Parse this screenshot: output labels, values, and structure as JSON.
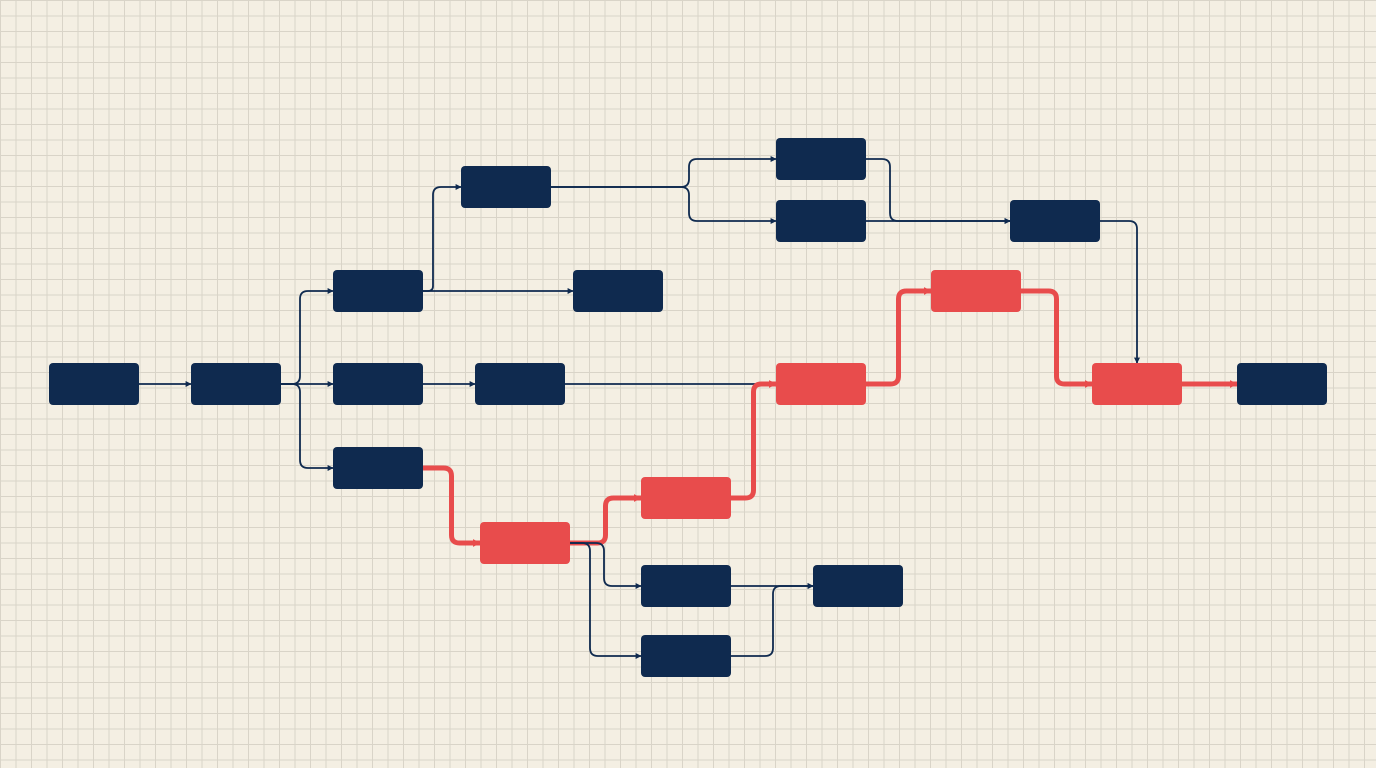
{
  "colors": {
    "background": "#f4efe3",
    "grid": "#d9d4c8",
    "node": "#0f2a4f",
    "critical": "#e84c4c",
    "edge": "#0f2a4f"
  },
  "nodes": [
    {
      "id": "n1",
      "critical": false
    },
    {
      "id": "n2",
      "critical": false
    },
    {
      "id": "n3",
      "critical": false
    },
    {
      "id": "n4",
      "critical": false
    },
    {
      "id": "n5",
      "critical": false
    },
    {
      "id": "n6",
      "critical": false
    },
    {
      "id": "n7",
      "critical": false
    },
    {
      "id": "n8",
      "critical": false
    },
    {
      "id": "n9",
      "critical": false
    },
    {
      "id": "n10",
      "critical": false
    },
    {
      "id": "n11",
      "critical": false
    },
    {
      "id": "n12",
      "critical": true
    },
    {
      "id": "n13",
      "critical": true
    },
    {
      "id": "n14",
      "critical": true
    },
    {
      "id": "n15",
      "critical": true
    },
    {
      "id": "n16",
      "critical": true
    },
    {
      "id": "n17",
      "critical": false
    },
    {
      "id": "n18",
      "critical": false
    },
    {
      "id": "n19",
      "critical": false
    },
    {
      "id": "n20",
      "critical": false
    }
  ],
  "edges": [
    {
      "from": "n1",
      "to": "n2",
      "critical": false
    },
    {
      "from": "n2",
      "to": "n3",
      "critical": false
    },
    {
      "from": "n2",
      "to": "n4",
      "critical": false
    },
    {
      "from": "n2",
      "to": "n5",
      "critical": false
    },
    {
      "from": "n3",
      "to": "n6",
      "critical": false
    },
    {
      "from": "n3",
      "to": "n7",
      "critical": false
    },
    {
      "from": "n6",
      "to": "n8",
      "critical": false
    },
    {
      "from": "n6",
      "to": "n9",
      "critical": false
    },
    {
      "from": "n8",
      "to": "n10",
      "critical": false
    },
    {
      "from": "n9",
      "to": "n10",
      "critical": false
    },
    {
      "from": "n10",
      "to": "n16",
      "critical": false
    },
    {
      "from": "n4",
      "to": "n11",
      "critical": false
    },
    {
      "from": "n11",
      "to": "n14",
      "critical": false
    },
    {
      "from": "n5",
      "to": "n12",
      "critical": true
    },
    {
      "from": "n12",
      "to": "n13",
      "critical": true
    },
    {
      "from": "n13",
      "to": "n14",
      "critical": true
    },
    {
      "from": "n14",
      "to": "n15",
      "critical": true
    },
    {
      "from": "n15",
      "to": "n16",
      "critical": true
    },
    {
      "from": "n16",
      "to": "n20",
      "critical": true
    },
    {
      "from": "n12",
      "to": "n17",
      "critical": false
    },
    {
      "from": "n12",
      "to": "n18",
      "critical": false
    },
    {
      "from": "n17",
      "to": "n19",
      "critical": false
    },
    {
      "from": "n18",
      "to": "n19",
      "critical": false
    }
  ]
}
